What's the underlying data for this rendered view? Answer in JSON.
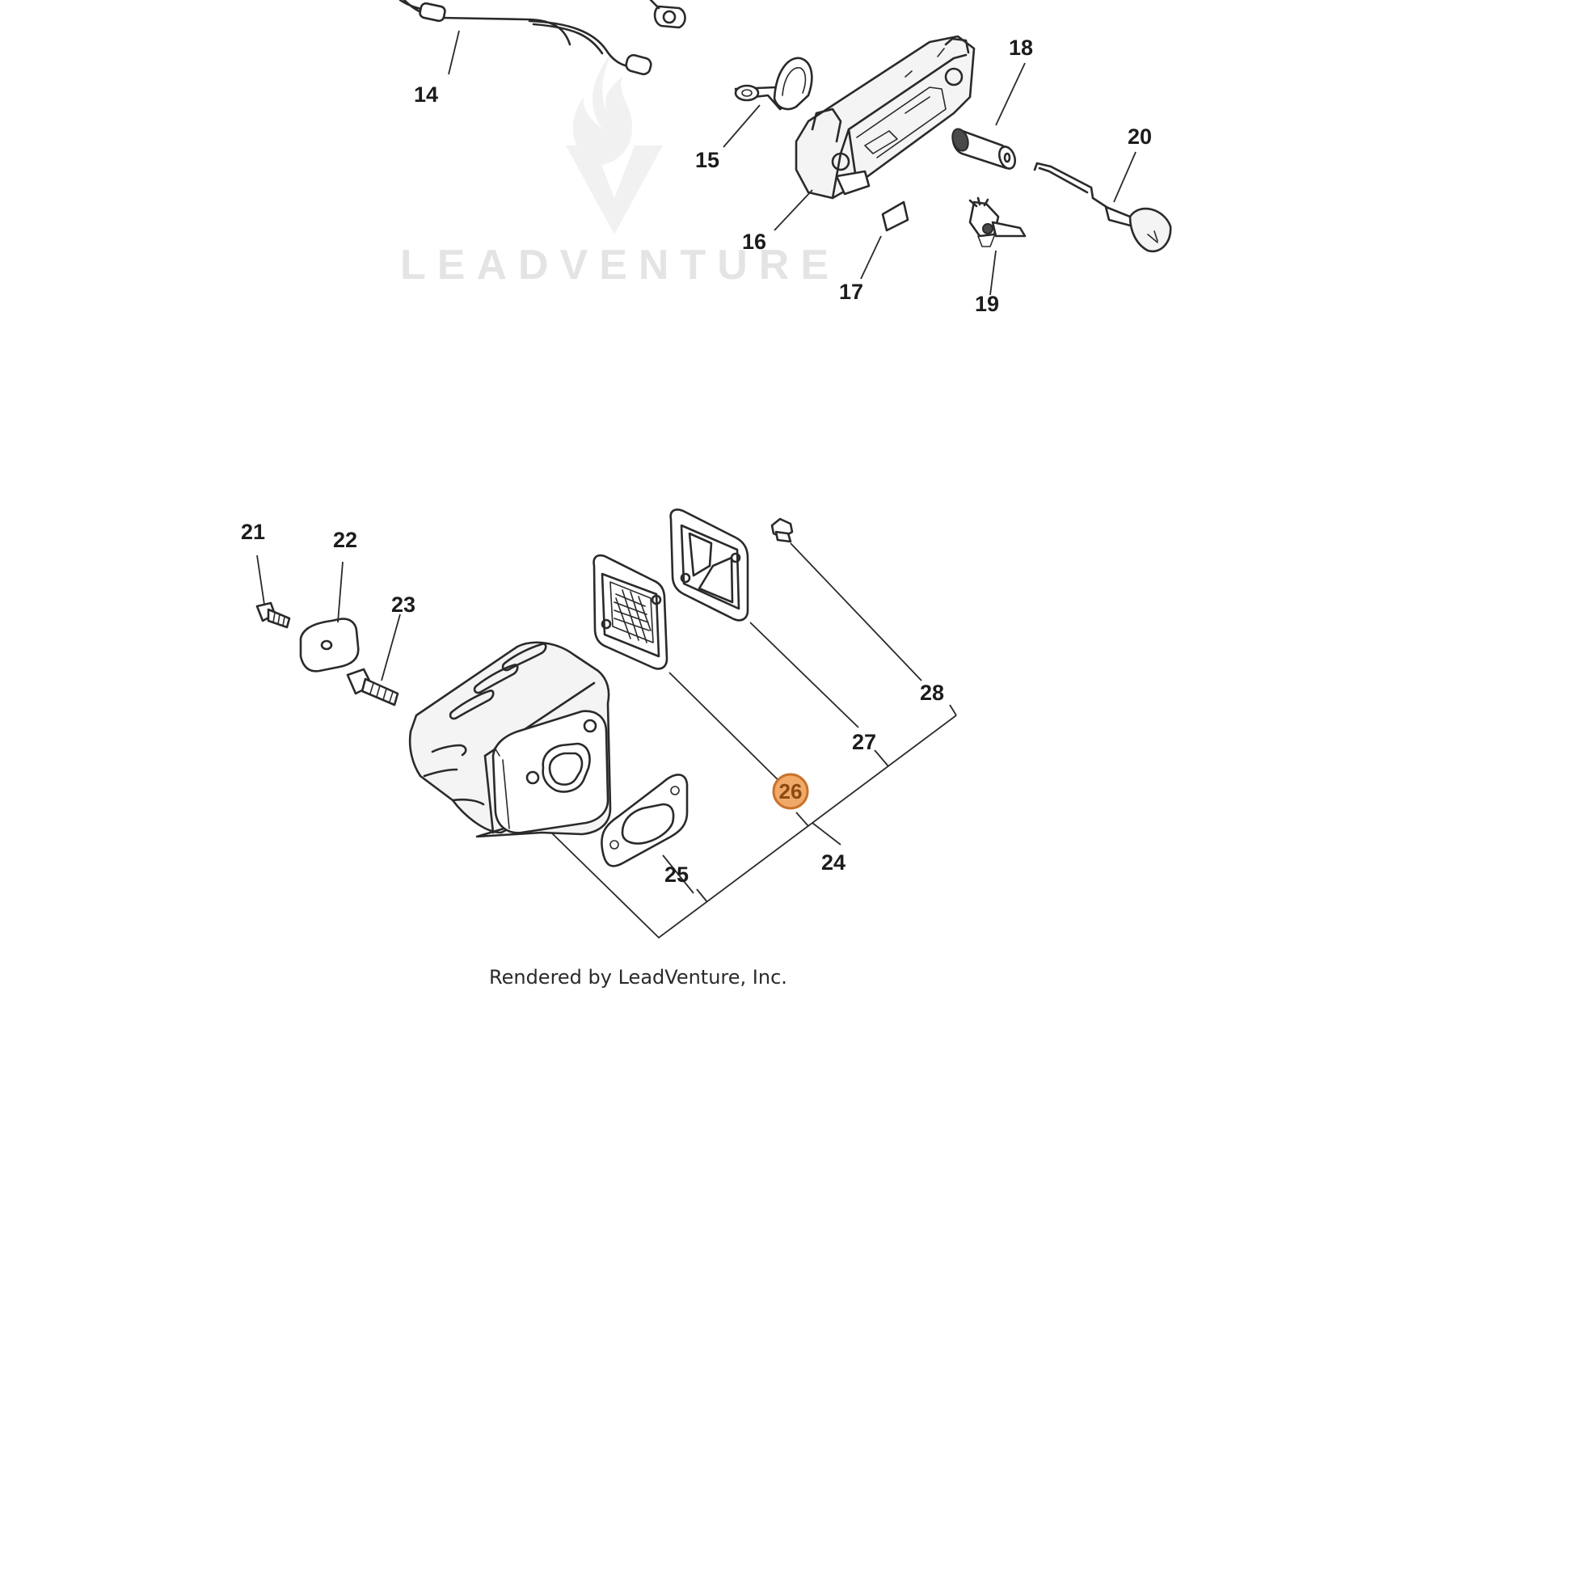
{
  "watermark": {
    "text": "LEADVENTURE",
    "logo_icon": "flame-v-logo-icon"
  },
  "credit": "Rendered by LeadVenture, Inc.",
  "highlight_color": "#f0a968",
  "highlight_border": "#c9722a",
  "callouts": {
    "c14": "14",
    "c15": "15",
    "c16": "16",
    "c17": "17",
    "c18": "18",
    "c19": "19",
    "c20": "20",
    "c21": "21",
    "c22": "22",
    "c23": "23",
    "c24": "24",
    "c25": "25",
    "c26": "26",
    "c27": "27",
    "c28": "28"
  },
  "selected_callout": "26"
}
